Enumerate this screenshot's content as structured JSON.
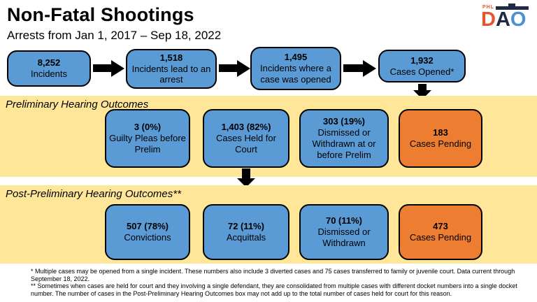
{
  "header": {
    "title": "Non-Fatal Shootings",
    "subtitle": "Arrests from Jan 1, 2017 – Sep 18, 2022"
  },
  "logo": {
    "phl": "PHL",
    "d": "D",
    "a": "A",
    "o": "O"
  },
  "colors": {
    "box_blue": "#5b9bd5",
    "box_orange": "#ed7d31",
    "band_yellow": "#ffe699",
    "logo_orange": "#e8542f",
    "logo_navy": "#1f2a44",
    "logo_blue": "#4b8fd4"
  },
  "top_flow": {
    "boxes": [
      {
        "value": "8,252",
        "label": "Incidents"
      },
      {
        "value": "1,518",
        "label": "Incidents lead to an arrest"
      },
      {
        "value": "1,495",
        "label": "Incidents where a case was opened"
      },
      {
        "value": "1,932",
        "label": "Cases Opened*"
      }
    ]
  },
  "prelim": {
    "heading": "Preliminary Hearing Outcomes",
    "boxes": [
      {
        "value": "3 (0%)",
        "label": "Guilty Pleas before Prelim",
        "color": "blue"
      },
      {
        "value": "1,403 (82%)",
        "label": "Cases Held for Court",
        "color": "blue"
      },
      {
        "value": "303 (19%)",
        "label": "Dismissed or Withdrawn at or before Prelim",
        "color": "blue"
      },
      {
        "value": "183",
        "label": "Cases Pending",
        "color": "orange"
      }
    ]
  },
  "post": {
    "heading": "Post-Preliminary Hearing Outcomes**",
    "boxes": [
      {
        "value": "507 (78%)",
        "label": "Convictions",
        "color": "blue"
      },
      {
        "value": "72 (11%)",
        "label": "Acquittals",
        "color": "blue"
      },
      {
        "value": "70 (11%)",
        "label": "Dismissed or Withdrawn",
        "color": "blue"
      },
      {
        "value": "473",
        "label": "Cases Pending",
        "color": "orange"
      }
    ]
  },
  "footnotes": [
    "* Multiple cases may be opened from a single incident. These numbers also include 3 diverted cases and 75 cases transferred to family or juvenile court. Data current through September 18, 2022.",
    "** Sometimes when cases are held for court and they involving a single defendant, they are consolidated from multiple cases with different docket numbers into a single docket number. The number of cases in the Post-Preliminary Hearing Outcomes box may not add up to the total number of cases held for court for this reason."
  ]
}
